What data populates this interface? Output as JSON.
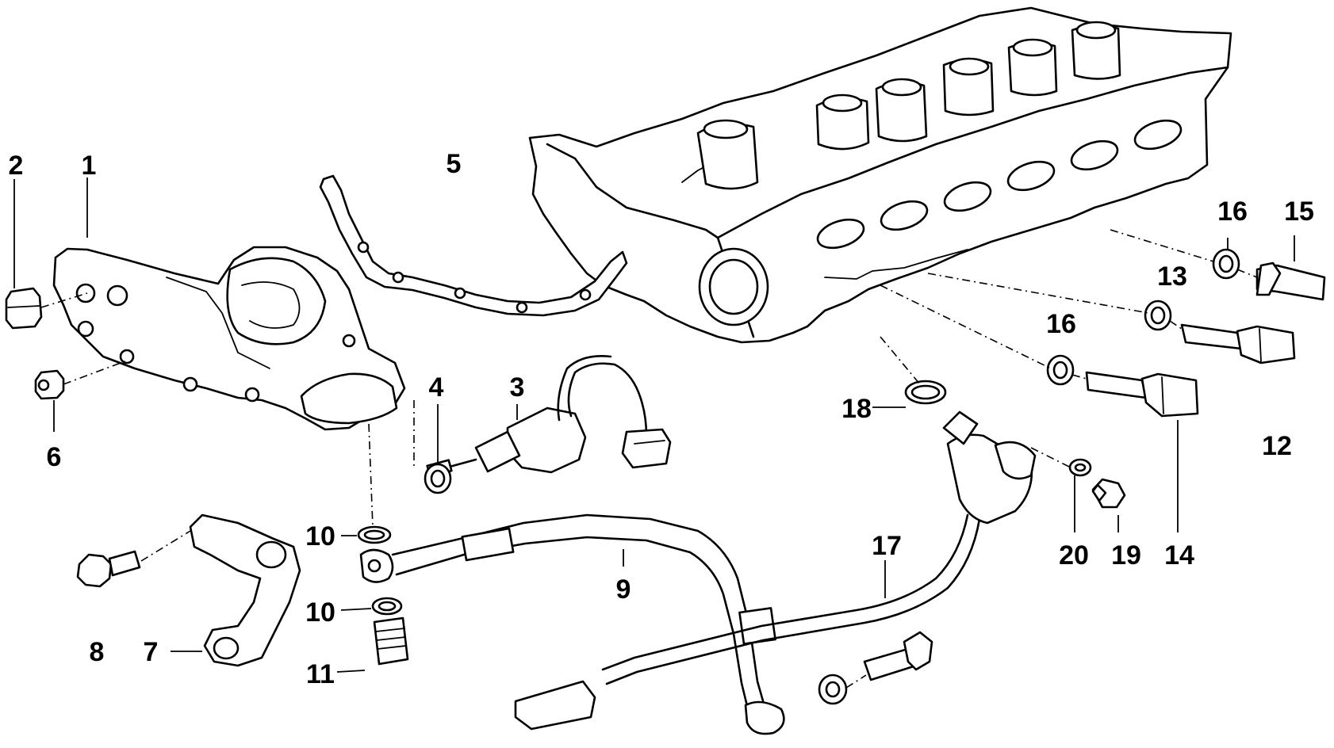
{
  "labels": [
    "1",
    "2",
    "3",
    "4",
    "5",
    "6",
    "7",
    "8",
    "9",
    "10",
    "10",
    "11",
    "12",
    "13",
    "16",
    "15",
    "16",
    "14",
    "17",
    "18",
    "19",
    "20"
  ]
}
